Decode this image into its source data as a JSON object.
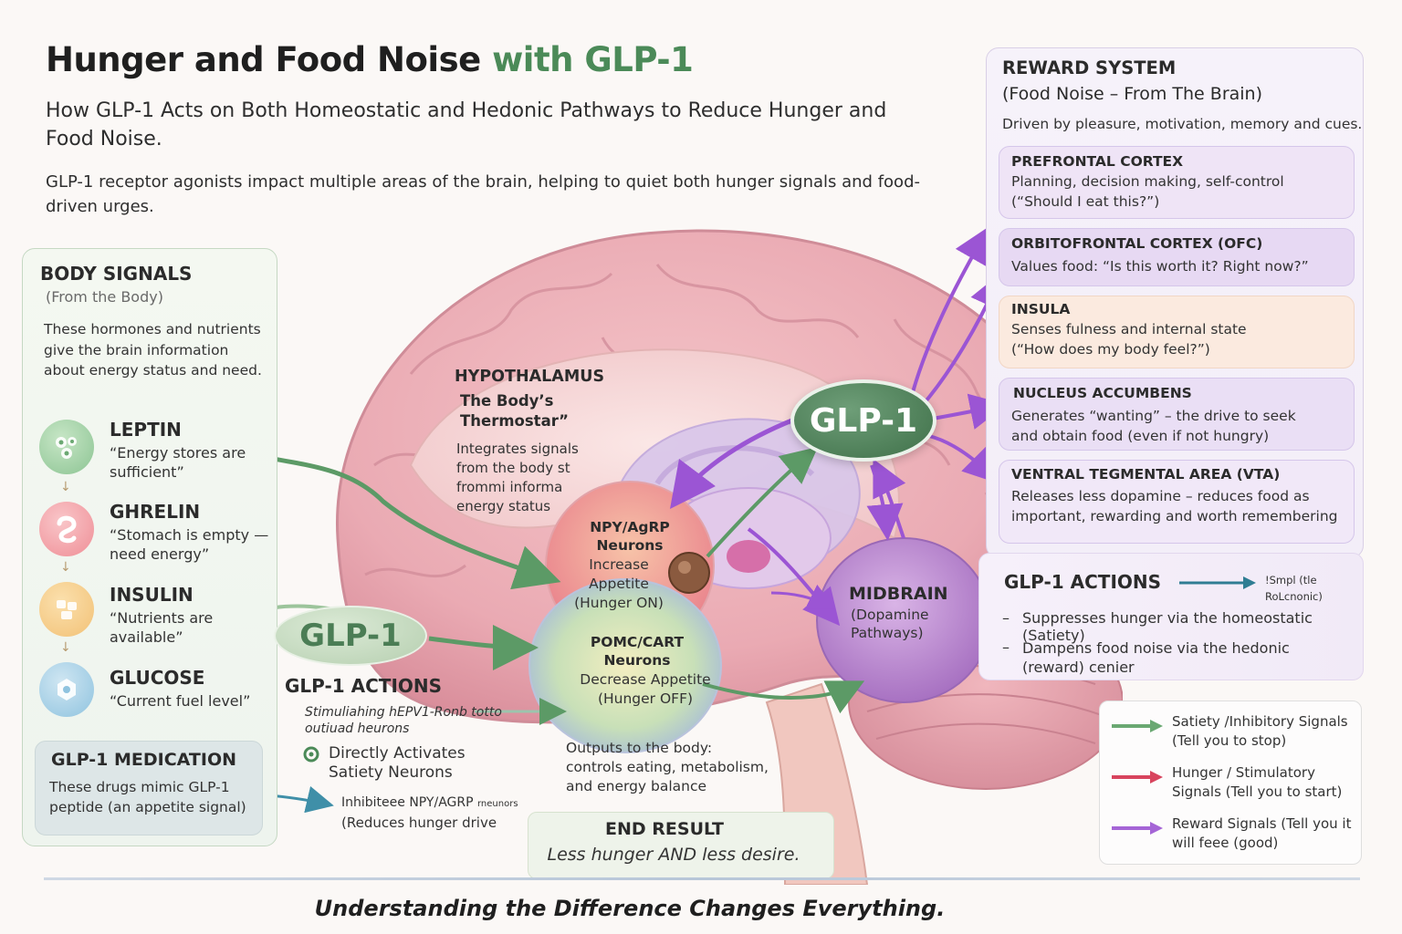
{
  "header": {
    "title_main": "Hunger and Food Noise",
    "title_accent": "with GLP-1",
    "subtitle": "How GLP-1 Acts on Both Homeostatic and Hedonic Pathways to Reduce Hunger and Food Noise.",
    "intro": "GLP-1 receptor agonists impact multiple areas of the brain, helping to quiet both hunger signals and food-driven urges."
  },
  "body_signals": {
    "title": "BODY SIGNALS",
    "subtitle": "(From the Body)",
    "description": "These hormones and nutrients give the brain information about energy status and need.",
    "items": [
      {
        "name": "LEPTIN",
        "desc": "“Energy stores are sufficient”",
        "color": "#8cc493"
      },
      {
        "name": "GHRELIN",
        "desc": "“Stomach is empty — need energy”",
        "color": "#ef8e96"
      },
      {
        "name": "INSULIN",
        "desc": "“Nutrients are available”",
        "color": "#f2c176"
      },
      {
        "name": "GLUCOSE",
        "desc": "“Current fuel level”",
        "color": "#8fc3df"
      }
    ],
    "arrow_glyph": "↓"
  },
  "medication": {
    "title": "GLP-1 MEDICATION",
    "desc": "These drugs mimic GLP-1 peptide (an appetite signal)"
  },
  "reward": {
    "title": "REWARD SYSTEM",
    "subtitle": "(Food Noise – From The Brain)",
    "desc": "Driven by pleasure, motivation, memory and cues.",
    "regions": [
      {
        "title": "PREFRONTAL CORTEX",
        "desc": "Planning, decision making, self-control (“Should I eat this?”)",
        "color": "#efe4f6"
      },
      {
        "title": "ORBITOFRONTAL CORTEX (OFC)",
        "desc": "Values food: “Is this worth it? Right now?”",
        "color": "#e7d9f3"
      },
      {
        "title": "INSULA",
        "desc": "Senses fulness and internal state (“How does my body feel?”)",
        "color": "#fbeadf"
      },
      {
        "title": "NUCLEUS ACCUMBENS",
        "desc": "Generates “wanting” – the drive to seek and obtain food (even if not hungry)",
        "color": "#eadff5"
      },
      {
        "title": "VENTRAL TEGMENTAL AREA (VTA)",
        "desc": "Releases less dopamine – reduces food as important, rewarding and worth remembering",
        "color": "#f1e8f8"
      }
    ]
  },
  "actions_right": {
    "title": "GLP-1 ACTIONS",
    "note": "!Smpl (tle RoLcnonic)",
    "items": [
      "Suppresses hunger via the homeostatic (Satiety)",
      "Dampens food noise via the hedonic (reward) cenier"
    ],
    "dash": "–"
  },
  "legend": {
    "items": [
      {
        "label": "Satiety /Inhibitory Signals (Tell you to stop)",
        "color": "#6aa872"
      },
      {
        "label": "Hunger / Stimulatory Signals (Tell you to start)",
        "color": "#d8445e"
      },
      {
        "label": "Reward Signals (Tell you it will feee (good)",
        "color": "#a565d6"
      }
    ]
  },
  "brain": {
    "hypothalamus_title": "HYPOTHALAMUS",
    "hypothalamus_sub": "The Body’s Thermostar”",
    "hypothalamus_desc": "Integrates signals from the body st frommi informa energy status",
    "npy_title": "NPY/AgRP Neurons",
    "npy_desc": "Increase Appetite (Hunger ON)",
    "pomc_title": "POMC/CART Neurons",
    "pomc_desc": "Decrease Appetite (Hunger OFF)",
    "midbrain_title": "MIDBRAIN",
    "midbrain_desc": "(Dopamine Pathways)",
    "glp_top": "GLP-1",
    "glp_left": "GLP-1"
  },
  "actions_left": {
    "title": "GLP-1 ACTIONS",
    "item1": "Stimuliahing hEPV1-Ronb totto outiuad heurons",
    "item2": "Directly Activates Satiety Neurons",
    "item3_main": "Inhibiteee NPY/AGRP",
    "item3_small": "rneunors",
    "item3_sub": "(Reduces hunger drive"
  },
  "outputs": {
    "title": "Outputs to the body:",
    "desc": "controls eating, metabolism, and energy balance"
  },
  "end": {
    "title": "END RESULT",
    "desc": "Less hunger AND less desire."
  },
  "footer": "Understanding the Difference Changes Everything."
}
